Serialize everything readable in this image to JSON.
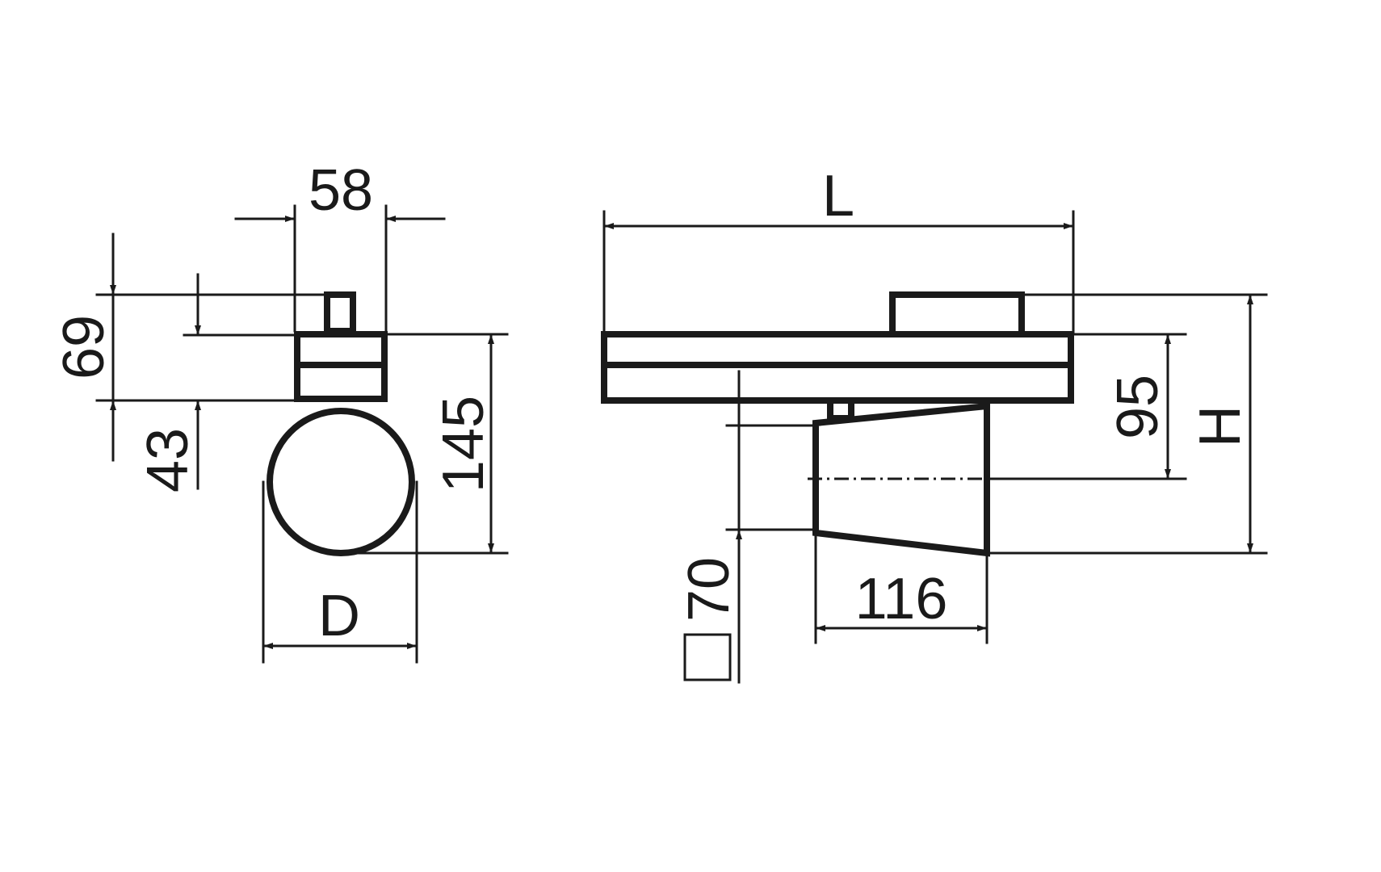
{
  "drawing": {
    "colors": {
      "line": "#1a1a1a",
      "background": "#ffffff"
    },
    "side_view": {
      "dim_width_top": "58",
      "dim_left_outer": "69",
      "dim_left_inner": "43",
      "dim_right_height": "145",
      "dim_diameter": "D"
    },
    "front_view": {
      "dim_length": "L",
      "dim_height_inner": "95",
      "dim_height_total": "H",
      "dim_base": "116",
      "dim_square": "70",
      "square_symbol": "□"
    }
  }
}
